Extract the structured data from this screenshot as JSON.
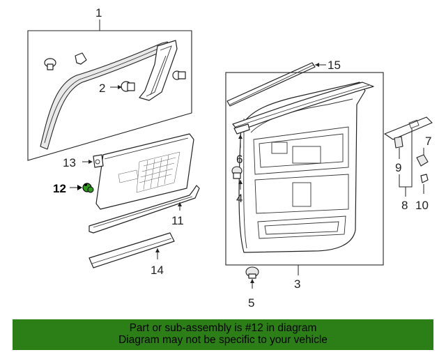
{
  "callouts": {
    "c1": "1",
    "c2": "2",
    "c3": "3",
    "c4": "4",
    "c5": "5",
    "c6": "6",
    "c7": "7",
    "c8": "8",
    "c9": "9",
    "c10": "10",
    "c11": "11",
    "c12": "12",
    "c13": "13",
    "c14": "14",
    "c15": "15"
  },
  "highlight_part": "12",
  "banner": {
    "line1": "Part or sub-assembly is #12 in diagram",
    "line2": "Diagram may not be specific to your vehicle",
    "background": "#2b7f16"
  },
  "colors": {
    "highlight": "#2e9a1c",
    "ink": "#222222"
  }
}
